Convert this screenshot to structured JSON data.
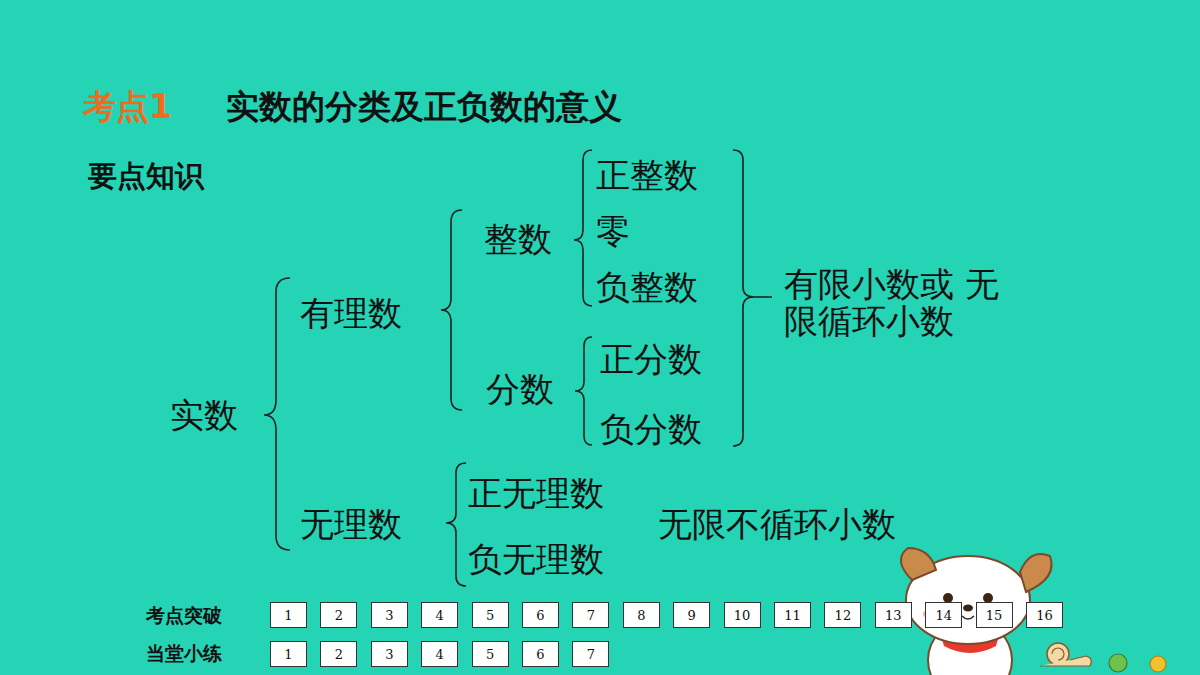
{
  "diagram": {
    "title": "实数的分类及正负数的意义",
    "nodes": [
      {
        "text": [
          "1"
        ]
      },
      {
        "text": [
          "2"
        ]
      },
      {
        "text": [
          "3"
        ]
      },
      {
        "text": [
          "4"
        ]
      },
      {
        "text": [
          "5"
        ]
      },
      {
        "text": [
          "6"
        ]
      },
      {
        "text": [
          "7"
        ]
      },
      {
        "text": [
          "8"
        ]
      },
      {
        "text": [
          "9"
        ]
      },
      {
        "text": [
          "10"
        ]
      },
      {
        "text": [
          "11"
        ]
      },
      {
        "text": [
          "12"
        ]
      },
      {
        "text": [
          "13"
        ]
      },
      {
        "text": [
          "14"
        ]
      },
      {
        "text": [
          "15"
        ]
      },
      {
        "text": [
          "16"
        ]
      },
      {
        "text": [
          "1"
        ]
      },
      {
        "text": [
          "2"
        ]
      },
      {
        "text": [
          "3"
        ]
      },
      {
        "text": [
          "4"
        ]
      },
      {
        "text": [
          "5"
        ]
      },
      {
        "text": [
          "6"
        ]
      },
      {
        "text": [
          "7"
        ]
      }
    ],
    "labels": [
      "考点1",
      "要点知识",
      "实数",
      "有理数",
      "整数",
      "正整数",
      "零",
      "负整数",
      "分数",
      "正分数",
      "负分数",
      "有限小数或 无限循环小数",
      "无理数",
      "正无理数",
      "负无理数",
      "无限不循环小数",
      "考点突破",
      "当堂小练"
    ]
  }
}
